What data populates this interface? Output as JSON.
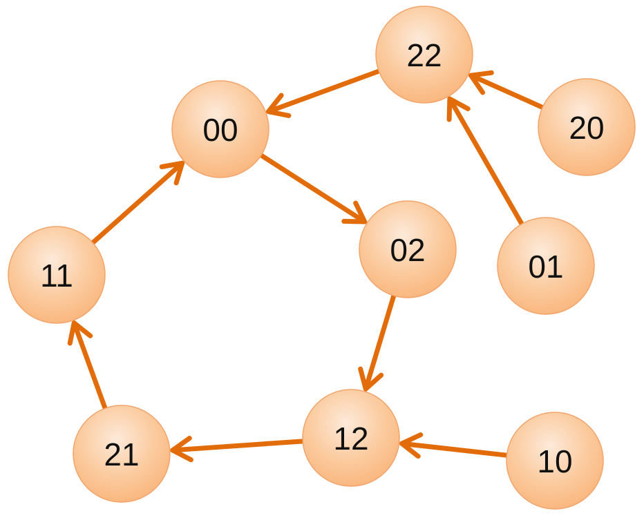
{
  "diagram": {
    "nodes": [
      {
        "id": "22",
        "label": "22"
      },
      {
        "id": "00",
        "label": "00"
      },
      {
        "id": "20",
        "label": "20"
      },
      {
        "id": "11",
        "label": "11"
      },
      {
        "id": "02",
        "label": "02"
      },
      {
        "id": "01",
        "label": "01"
      },
      {
        "id": "12",
        "label": "12"
      },
      {
        "id": "10",
        "label": "10"
      },
      {
        "id": "21",
        "label": "21"
      }
    ],
    "edges": [
      {
        "from": "22",
        "to": "00"
      },
      {
        "from": "20",
        "to": "22"
      },
      {
        "from": "01",
        "to": "22"
      },
      {
        "from": "00",
        "to": "02"
      },
      {
        "from": "02",
        "to": "12"
      },
      {
        "from": "10",
        "to": "12"
      },
      {
        "from": "12",
        "to": "21"
      },
      {
        "from": "21",
        "to": "11"
      },
      {
        "from": "11",
        "to": "00"
      }
    ],
    "colors": {
      "edge": "#E36C0A",
      "node_fill_light": "#FDEADA",
      "node_fill_dark": "#FAB47A",
      "node_stroke": "#F2A46A",
      "label": "#111111"
    }
  }
}
